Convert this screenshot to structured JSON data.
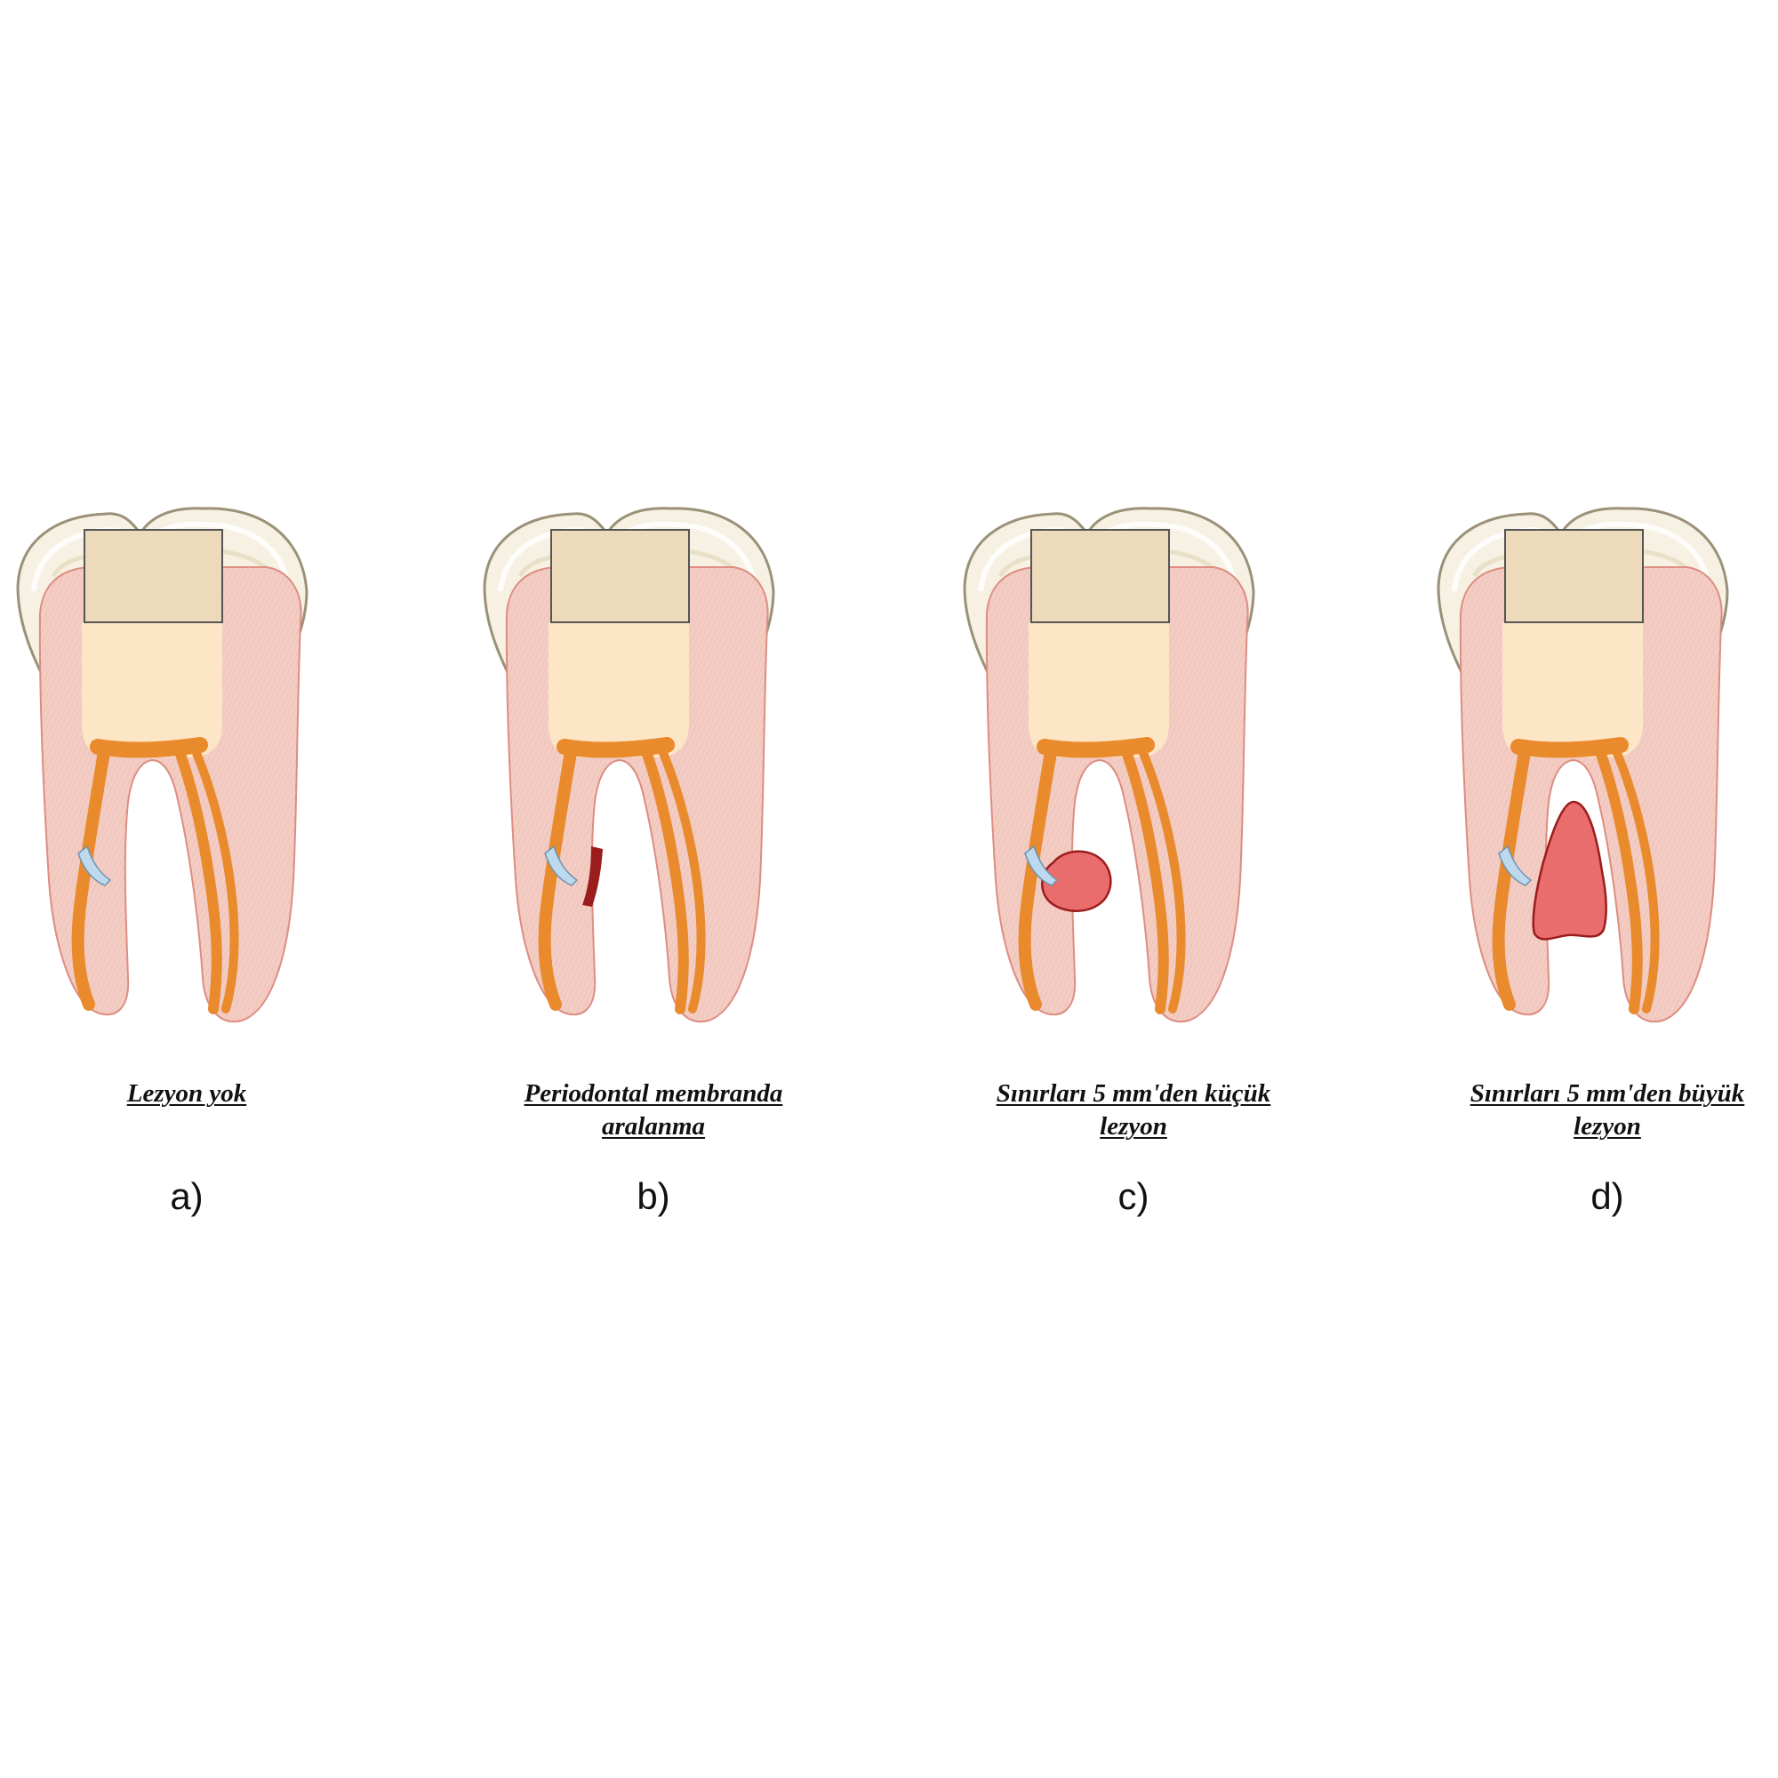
{
  "colors": {
    "enamel_fill": "#f6f1e2",
    "enamel_stroke": "#9b9078",
    "dentin": "#f3ccc3",
    "dentin_stroke": "#dd8c80",
    "filling": "#eddabb",
    "pulp_chamber": "#fde6c6",
    "root_canal": "#e98a2c",
    "fracture": "#bcd9ee",
    "pdl_widening": "#9b1c1c",
    "lesion_fill": "#ea6d6d",
    "lesion_stroke": "#9b1c1c"
  },
  "panels": [
    {
      "letter": "a)",
      "caption_lines": [
        "Lezyon yok"
      ],
      "lesion": "none"
    },
    {
      "letter": "b)",
      "caption_lines": [
        "Periodontal membranda",
        "aralanma"
      ],
      "lesion": "pdl-widening"
    },
    {
      "letter": "c)",
      "caption_lines": [
        "Sınırları 5 mm'den küçük",
        "lezyon"
      ],
      "lesion": "small-lesion"
    },
    {
      "letter": "d)",
      "caption_lines": [
        "Sınırları 5 mm'den büyük",
        "lezyon"
      ],
      "lesion": "large-lesion"
    }
  ]
}
